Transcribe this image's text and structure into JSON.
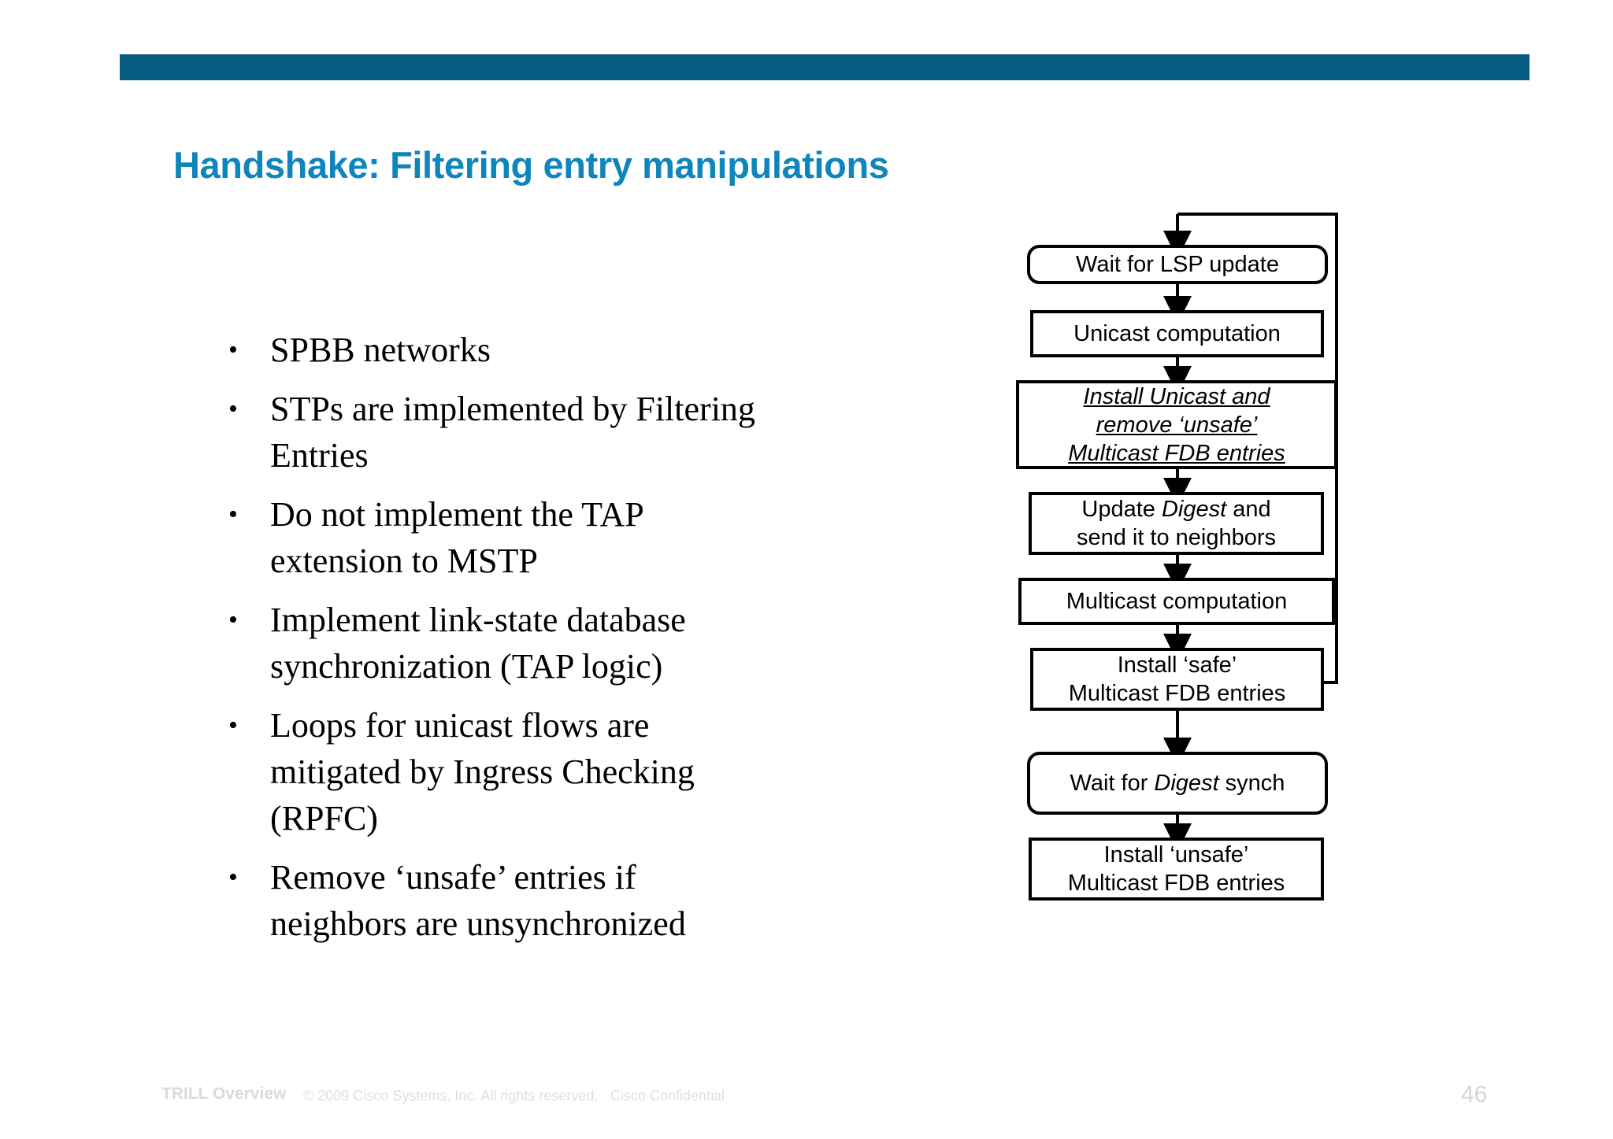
{
  "slide": {
    "title": "Handshake: Filtering entry manipulations",
    "title_color": "#0f86bb",
    "accent_bar_color": "#065b80"
  },
  "bullets": [
    {
      "marker": "•",
      "text": "SPBB networks"
    },
    {
      "marker": "•",
      "text": "STPs are implemented by Filtering Entries"
    },
    {
      "marker": "•",
      "text": "Do not implement the TAP extension to MSTP"
    },
    {
      "marker": "•",
      "text": "Implement link-state database synchronization (TAP logic)"
    },
    {
      "marker": "•",
      "text": "Loops for unicast flows are mitigated by Ingress Checking (RPFC)"
    },
    {
      "marker": "•",
      "text": "Remove ‘unsafe’ entries if neighbors are unsynchronized"
    }
  ],
  "flowchart": {
    "type": "flowchart",
    "nodes": [
      {
        "id": "wait-lsp-update",
        "shape": "rounded-rectangle",
        "lines": [
          "Wait for LSP update"
        ]
      },
      {
        "id": "unicast-computation",
        "shape": "rectangle",
        "lines": [
          "Unicast computation"
        ]
      },
      {
        "id": "install-unicast-remove-unsafe",
        "shape": "rectangle",
        "style": "italic-underline",
        "lines": [
          "Install Unicast and",
          "remove ‘unsafe’",
          "Multicast FDB entries"
        ]
      },
      {
        "id": "update-digest",
        "shape": "rectangle",
        "lines": [
          "Update Digest and",
          "send it to neighbors"
        ],
        "line1_pre": "Update ",
        "line1_em": "Digest",
        "line1_post": " and",
        "line2": "send it to neighbors"
      },
      {
        "id": "multicast-computation",
        "shape": "rectangle",
        "lines": [
          "Multicast computation"
        ]
      },
      {
        "id": "install-safe-multicast",
        "shape": "rectangle",
        "lines": [
          "Install ‘safe’",
          "Multicast FDB entries"
        ]
      },
      {
        "id": "wait-digest-synch",
        "shape": "rounded-rectangle",
        "lines": [
          "Wait for Digest synch"
        ],
        "line1_pre": "Wait for ",
        "line1_em": "Digest",
        "line1_post": " synch"
      },
      {
        "id": "install-unsafe-multicast",
        "shape": "rectangle",
        "lines": [
          "Install ‘unsafe’",
          "Multicast FDB entries"
        ]
      }
    ],
    "edges": [
      {
        "from": "wait-lsp-update",
        "to": "unicast-computation"
      },
      {
        "from": "unicast-computation",
        "to": "install-unicast-remove-unsafe"
      },
      {
        "from": "install-unicast-remove-unsafe",
        "to": "update-digest"
      },
      {
        "from": "update-digest",
        "to": "multicast-computation"
      },
      {
        "from": "multicast-computation",
        "to": "install-safe-multicast"
      },
      {
        "from": "install-safe-multicast",
        "to": "wait-digest-synch"
      },
      {
        "from": "wait-digest-synch",
        "to": "install-unsafe-multicast"
      },
      {
        "from": "install-safe-multicast",
        "to": "wait-lsp-update",
        "kind": "feedback-loop"
      }
    ]
  },
  "footer": {
    "brand": "TRILL Overview",
    "copyright": "© 2009 Cisco Systems, Inc. All rights reserved.",
    "confidential": "Cisco Confidential",
    "page_number": "46"
  }
}
